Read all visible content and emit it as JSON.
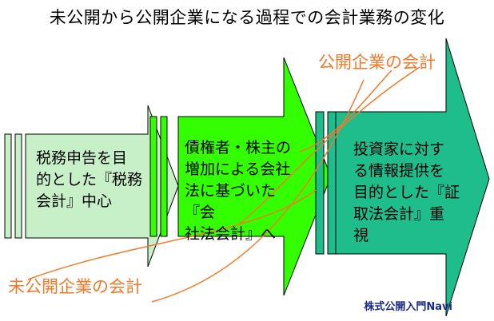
{
  "title": "未公開から公開企業になる過程での会計業務の変化",
  "stages": [
    {
      "text_lines": [
        "税務申告を目",
        "的とした『税務",
        "会計』中心"
      ],
      "color": "#c8f0c8"
    },
    {
      "text_lines": [
        "債権者・株主の",
        "増加による会社",
        "法に基づいた『会",
        "社法会計』へ"
      ],
      "color": "#33ff00"
    },
    {
      "text_lines": [
        "投資家に対す",
        "る情報提供を",
        "目的とした『証",
        "取法会計』重",
        "視"
      ],
      "color": "#1fbd8c"
    }
  ],
  "labels": {
    "public_accounting": "公開企業の会計",
    "private_accounting": "未公開企業の会計"
  },
  "credit": "株式公開入門Navi",
  "colors": {
    "orange": "#f07a2a",
    "stroke": "#000000",
    "credit": "#1a2b8c"
  }
}
